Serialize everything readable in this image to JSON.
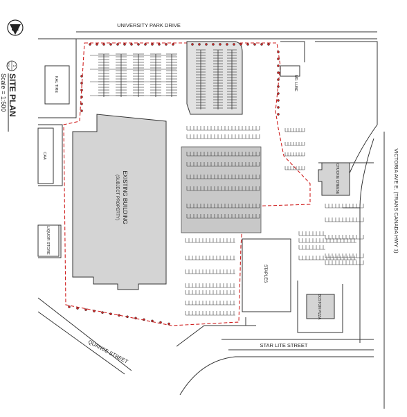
{
  "title_block": {
    "north_letter": "N",
    "drawing_number": "1",
    "sheet_ref": "BD1.0",
    "title": "SITE PLAN",
    "scale": "Scale = 1:500"
  },
  "streets": {
    "north": "UNIVERSITY PARK DRIVE",
    "south": "STAR LITE STREET",
    "southwest": "QUANCE STREET",
    "east": "VICTORIA AVE E. (TRANS CANADA HWY 1)"
  },
  "buildings": {
    "kal_tire": "KAL TIRE",
    "caa": "CAA",
    "liquor_store": "LIQUOR STORE",
    "existing_building": "EXISTING BUILDING",
    "subject_property": "(SUBJECT PROPERTY)",
    "mr_lube": "MR. LUBE",
    "chuckie_cheese": "CHUCKIE CHEESE",
    "staples": "STAPLES",
    "boston_pizza": "BOSTON PIZZA"
  },
  "colors": {
    "property_line": "#d02020",
    "building_fill": "#d4d4d4",
    "parking_pad": "#c8c8c8",
    "line": "#333333"
  }
}
